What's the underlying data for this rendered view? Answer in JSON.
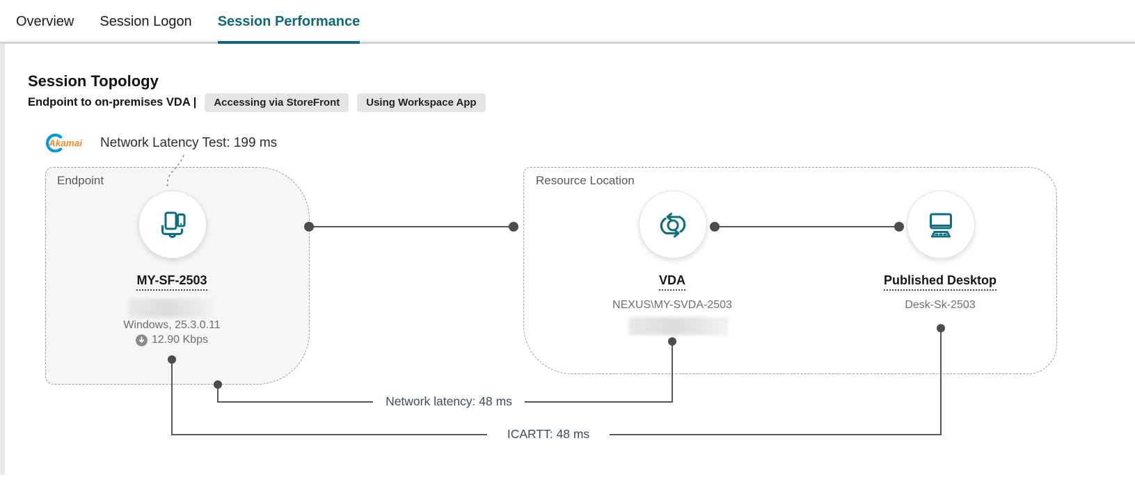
{
  "tabs": [
    {
      "label": "Overview",
      "active": false
    },
    {
      "label": "Session Logon",
      "active": false
    },
    {
      "label": "Session Performance",
      "active": true
    }
  ],
  "header": {
    "title": "Session Topology",
    "subtitle": "Endpoint to on-premises VDA |",
    "badges": [
      "Accessing via StoreFront",
      "Using Workspace App"
    ]
  },
  "latency_test": {
    "brand": "Akamai",
    "label": "Network Latency Test: 199 ms"
  },
  "endpoint": {
    "group_label": "Endpoint",
    "name": "MY-SF-2503",
    "os": "Windows, 25.3.0.11",
    "bandwidth": "12.90 Kbps"
  },
  "resource_location": {
    "group_label": "Resource Location",
    "vda": {
      "name": "VDA",
      "machine": "NEXUS\\MY-SVDA-2503"
    },
    "published_desktop": {
      "name": "Published Desktop",
      "machine": "Desk-Sk-2503"
    }
  },
  "metrics": {
    "network_latency": "Network latency: 48 ms",
    "icartt": "ICARTT: 48 ms"
  },
  "colors": {
    "accent_teal": "#10687a",
    "icon_teal": "#0f6e7e",
    "akamai_blue": "#0098d6",
    "akamai_orange": "#f68d2e",
    "connector_gray": "#575757"
  }
}
